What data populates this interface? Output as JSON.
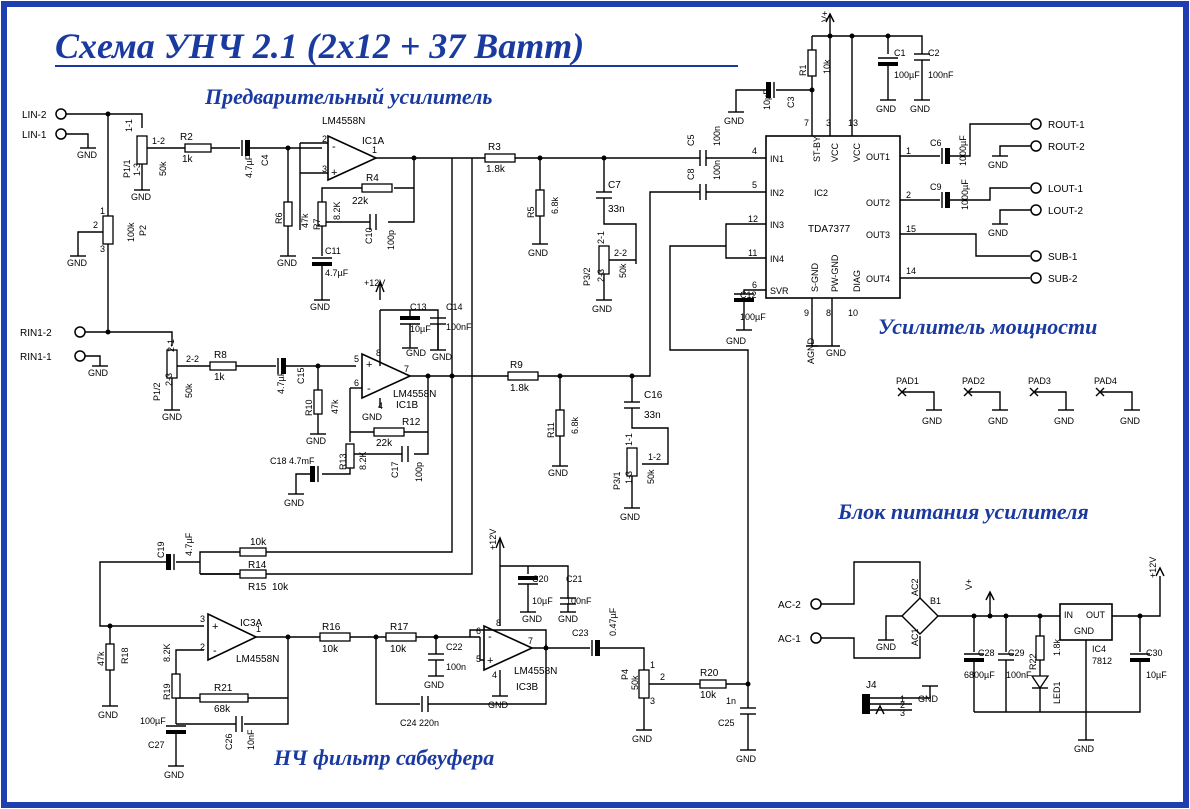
{
  "title": "Схема УНЧ 2.1  (2x12 + 37 Ватт)",
  "sections": {
    "preamp": "Предварительный усилитель",
    "power_amp": "Усилитель мощности",
    "power_supply": "Блок питания усилителя",
    "sub_filter": "НЧ фильтр сабвуфера"
  },
  "colors": {
    "frame": "#1f3fb0",
    "title": "#1a3aa0"
  },
  "connectors": {
    "lin2": "LIN-2",
    "lin1": "LIN-1",
    "rin2": "RIN1-2",
    "rin1": "RIN1-1",
    "rout1": "ROUT-1",
    "rout2": "ROUT-2",
    "lout1": "LOUT-1",
    "lout2": "LOUT-2",
    "sub1": "SUB-1",
    "sub2": "SUB-2",
    "ac2": "AC-2",
    "ac1": "AC-1",
    "j4": "J4"
  },
  "gnd": "GND",
  "supply": {
    "v12": "+12V",
    "vplus": "V+"
  },
  "ic": {
    "ic1a": "IC1A",
    "ic1b": "IC1B",
    "lm4558": "LM4558N",
    "ic2": "IC2",
    "tda": "TDA7377",
    "ic3a": "IC3A",
    "ic3b": "IC3B",
    "ic4": "IC4",
    "r7812": "7812",
    "in": "IN",
    "out": "OUT",
    "gnd": "GND",
    "pins_l": [
      "IN1",
      "IN2",
      "IN3",
      "IN4",
      "SVR"
    ],
    "pins_t": [
      "ST-BY",
      "VCC",
      "VCC"
    ],
    "pins_r": [
      "OUT1",
      "OUT2",
      "OUT3",
      "OUT4"
    ],
    "pins_b": [
      "S-GND",
      "PW-GND",
      "DIAG"
    ],
    "pin_no": [
      "4",
      "5",
      "12",
      "11",
      "6",
      "7",
      "3",
      "13",
      "1",
      "2",
      "15",
      "14",
      "9",
      "8",
      "10"
    ],
    "agnd": "AGND"
  },
  "parts": {
    "R1": "R1",
    "R1v": "10k",
    "R2": "R2",
    "R2v": "1k",
    "R3": "R3",
    "R3v": "1.8k",
    "R4": "R4",
    "R4v": "22k",
    "R5": "R5",
    "R5v": "6.8k",
    "R6": "R6",
    "R6v": "47k",
    "R7": "R7",
    "R7v": "8.2K",
    "R8": "R8",
    "R8v": "1k",
    "R9": "R9",
    "R9v": "1.8k",
    "R10": "R10",
    "R10v": "47k",
    "R11": "R11",
    "R11v": "6.8k",
    "R12": "R12",
    "R12v": "22k",
    "R13": "R13",
    "R13v": "8.2K",
    "R14": "R14",
    "R14v": "10k",
    "R15": "R15",
    "R15v": "10k",
    "R16": "R16",
    "R16v": "10k",
    "R17": "R17",
    "R17v": "10k",
    "R18": "R18",
    "R18v": "47k",
    "R19": "R19",
    "R19v": "8.2K",
    "R20": "R20",
    "R20v": "10k",
    "R21": "R21",
    "R21v": "68k",
    "R22": "R22",
    "R22v": "1.8k",
    "C1": "C1",
    "C1v": "100µF",
    "C2": "C2",
    "C2v": "100nF",
    "C3": "C3",
    "C3v": "10µF",
    "C4": "C4",
    "C4v": "4.7µF",
    "C5": "C5",
    "C5v": "100n",
    "C6": "C6",
    "C6v": "1000µF",
    "C7": "C7",
    "C7v": "33n",
    "C8": "C8",
    "C8v": "100n",
    "C9": "C9",
    "C9v": "1000µF",
    "C10": "C10",
    "C10v": "100p",
    "C11": "C11",
    "C11v": "4.7µF",
    "C12": "C12",
    "C12v": "100µF",
    "C13": "C13",
    "C13v": "10µF",
    "C14": "C14",
    "C14v": "100nF",
    "C15": "C15",
    "C15v": "4.7µF",
    "C16": "C16",
    "C16v": "33n",
    "C17": "C17",
    "C17v": "100p",
    "C18": "C18 4.7mF",
    "C19": "C19",
    "C19v": "4.7µF",
    "C20": "C20",
    "C20v": "10µF",
    "C21": "C21",
    "C21v": "100nF",
    "C22": "C22",
    "C22v": "100n",
    "C23": "C23",
    "C23v": "0.47µF",
    "C24": "C24  220n",
    "C25": "C25",
    "C25v": "1n",
    "C26": "C26",
    "C26v": "10nF",
    "C27": "C27",
    "C27v": "100µF",
    "C28": "C28",
    "C28v": "6800µF",
    "C29": "C29",
    "C29v": "100nF",
    "C30": "C30",
    "C30v": "10µF",
    "P1_1": "P1/1",
    "P1_2": "P1/2",
    "P1v": "50k",
    "P2": "P2",
    "P2v": "100k",
    "P3_1": "P3/1",
    "P3_2": "P3/2",
    "P3v": "50k",
    "P4": "P4",
    "P4v": "50k",
    "B1": "B1",
    "AC2": "AC2",
    "AC1": "AC1",
    "LED1": "LED1",
    "PAD1": "PAD1",
    "PAD2": "PAD2",
    "PAD3": "PAD3",
    "PAD4": "PAD4"
  },
  "pinlabels": {
    "p11": "1-1",
    "p12": "1-2",
    "p13": "1-3",
    "p21": "2-1",
    "p22": "2-2",
    "p23": "2-3",
    "n1": "1",
    "n2": "2",
    "n3": "3",
    "n5": "5",
    "n6": "6",
    "n7": "7",
    "n8": "8",
    "n4": "4"
  }
}
